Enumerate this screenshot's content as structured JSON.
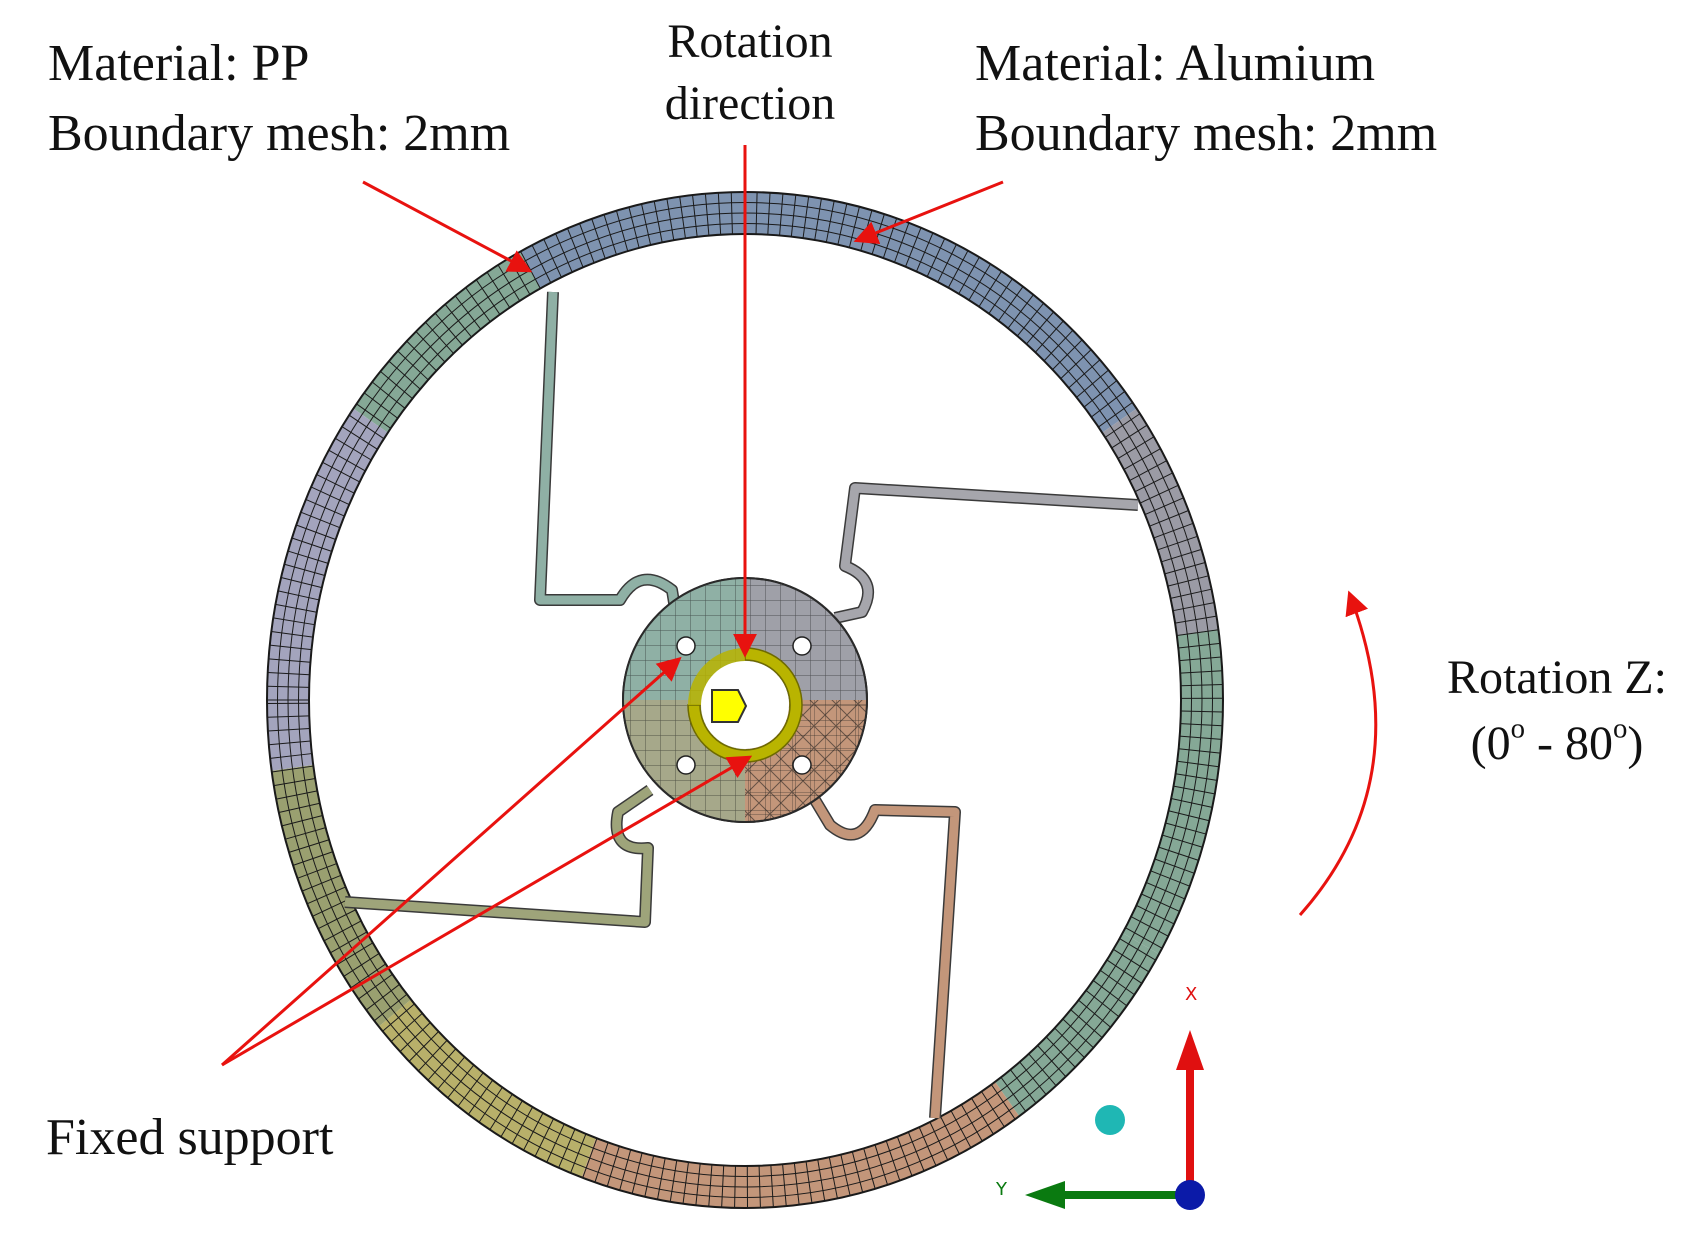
{
  "labels": {
    "material_pp": "Material: PP",
    "boundary_mesh_left": "Boundary mesh: 2mm",
    "material_al": "Material: Alumium",
    "boundary_mesh_right": "Boundary mesh: 2mm",
    "rotation_line1": "Rotation",
    "rotation_line2": "direction",
    "rotation_z_line1": "Rotation Z:",
    "rotation_z_line2": {
      "open": "(0",
      "sup1": "o",
      "mid": " - 80",
      "sup2": "o",
      "close": ")"
    },
    "fixed_support": "Fixed support"
  },
  "axes_triad": {
    "x_label": "X",
    "y_label": "Y"
  },
  "colors": {
    "arrow": "#e8120f",
    "mesh_line": "#1a1a1a",
    "zone_blue": "#7e93b0",
    "zone_gray": "#9b9ba5",
    "zone_green": "#85a896",
    "zone_lavender": "#a3a4bd",
    "zone_olive": "#9aa070",
    "zone_yellow": "#b8b06a",
    "zone_orange": "#c3967a",
    "zone_teal": "#7fa99a",
    "hub_yellow": "#b9b400",
    "x_axis": "#e01010",
    "y_axis": "#0a7a10",
    "z_axis": "#0b1aa8",
    "cyan_ball": "#1fb7b4"
  }
}
